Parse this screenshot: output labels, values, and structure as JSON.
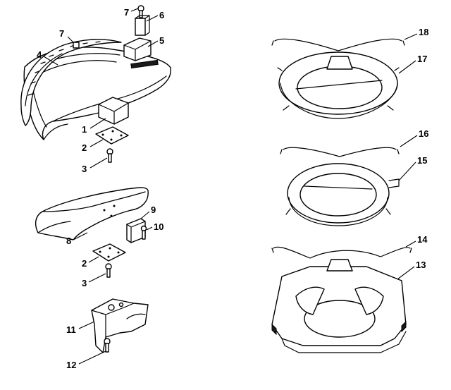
{
  "callouts": [
    {
      "id": "c1",
      "text": "1"
    },
    {
      "id": "c2a",
      "text": "2"
    },
    {
      "id": "c3a",
      "text": "3"
    },
    {
      "id": "c4",
      "text": "4"
    },
    {
      "id": "c5",
      "text": "5"
    },
    {
      "id": "c6",
      "text": "6"
    },
    {
      "id": "c7a",
      "text": "7"
    },
    {
      "id": "c7b",
      "text": "7"
    },
    {
      "id": "c8",
      "text": "8"
    },
    {
      "id": "c9",
      "text": "9"
    },
    {
      "id": "c10",
      "text": "10"
    },
    {
      "id": "c2b",
      "text": "2"
    },
    {
      "id": "c3b",
      "text": "3"
    },
    {
      "id": "c11",
      "text": "11"
    },
    {
      "id": "c12",
      "text": "12"
    },
    {
      "id": "c13",
      "text": "13"
    },
    {
      "id": "c14",
      "text": "14"
    },
    {
      "id": "c15",
      "text": "15"
    },
    {
      "id": "c16",
      "text": "16"
    },
    {
      "id": "c17",
      "text": "17"
    },
    {
      "id": "c18",
      "text": "18"
    }
  ]
}
